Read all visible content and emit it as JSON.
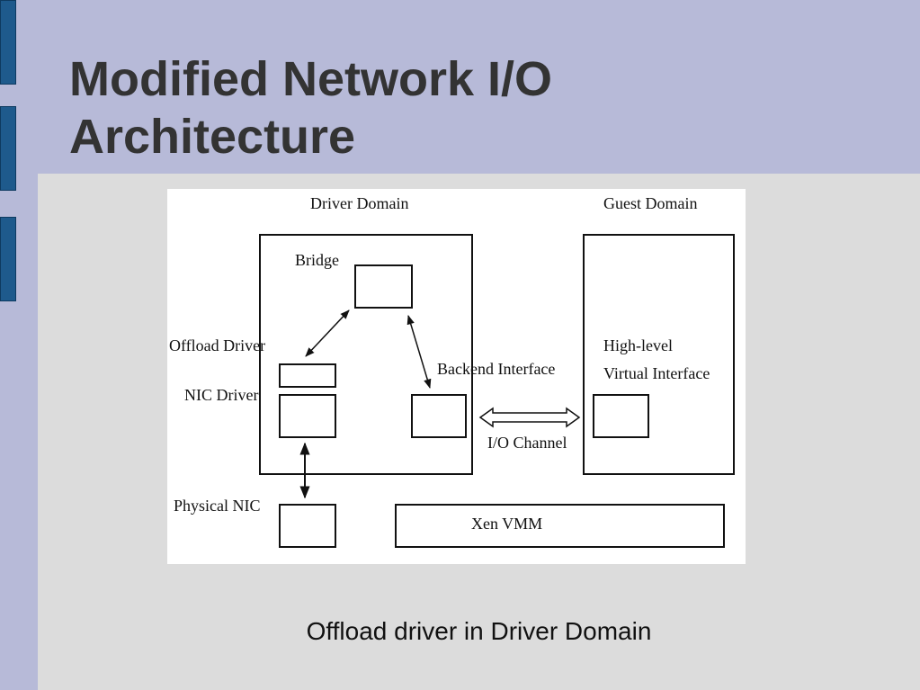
{
  "slide": {
    "title_line1": "Modified Network I/O",
    "title_line2": "Architecture",
    "caption": "Offload driver in Driver Domain"
  },
  "diagram": {
    "driver_domain": "Driver Domain",
    "guest_domain": "Guest Domain",
    "bridge": "Bridge",
    "offload_driver": "Offload Driver",
    "nic_driver": "NIC Driver",
    "backend_interface": "Backend Interface",
    "high_level_line1": "High-level",
    "high_level_line2": "Virtual Interface",
    "io_channel": "I/O Channel",
    "physical_nic": "Physical NIC",
    "xen_vmm": "Xen VMM"
  },
  "colors": {
    "slide_background": "#b7bad8",
    "content_panel": "#dcdcdc",
    "accent_bar": "#1e5a8c",
    "title_text": "#333333"
  }
}
